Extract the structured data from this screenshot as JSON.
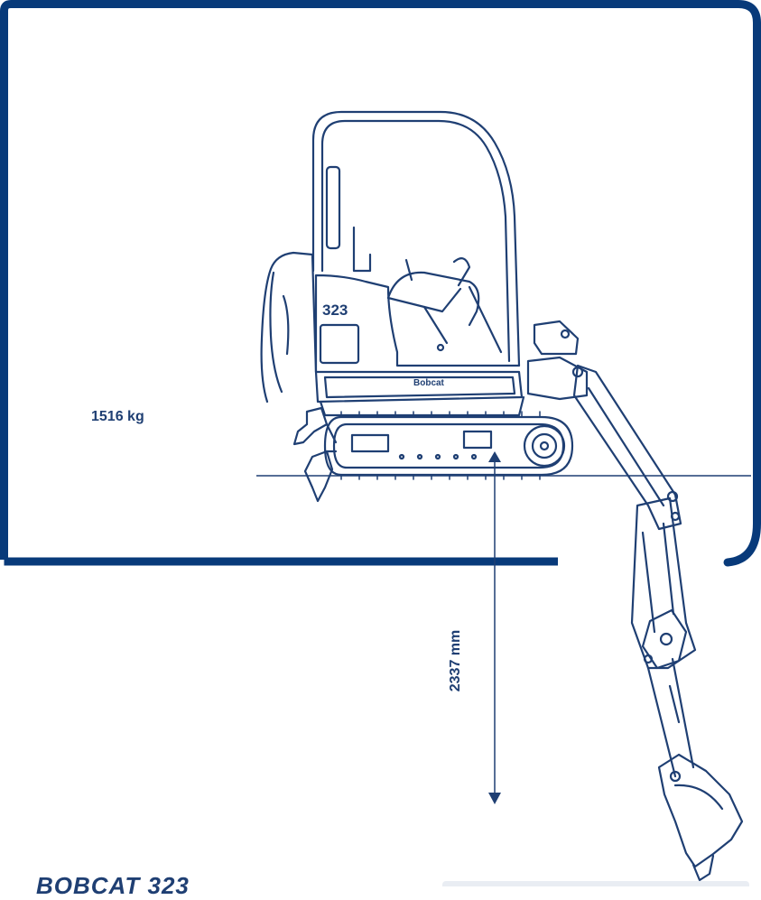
{
  "colors": {
    "frame": "#083a7a",
    "line": "#1f3f73",
    "text": "#1f3f73",
    "background": "#ffffff"
  },
  "labels": {
    "operating_weight": "1516 kg",
    "dig_depth": "2337 mm",
    "model_number": "323",
    "brand": "Bobcat",
    "footer": "BOBCAT 323"
  }
}
